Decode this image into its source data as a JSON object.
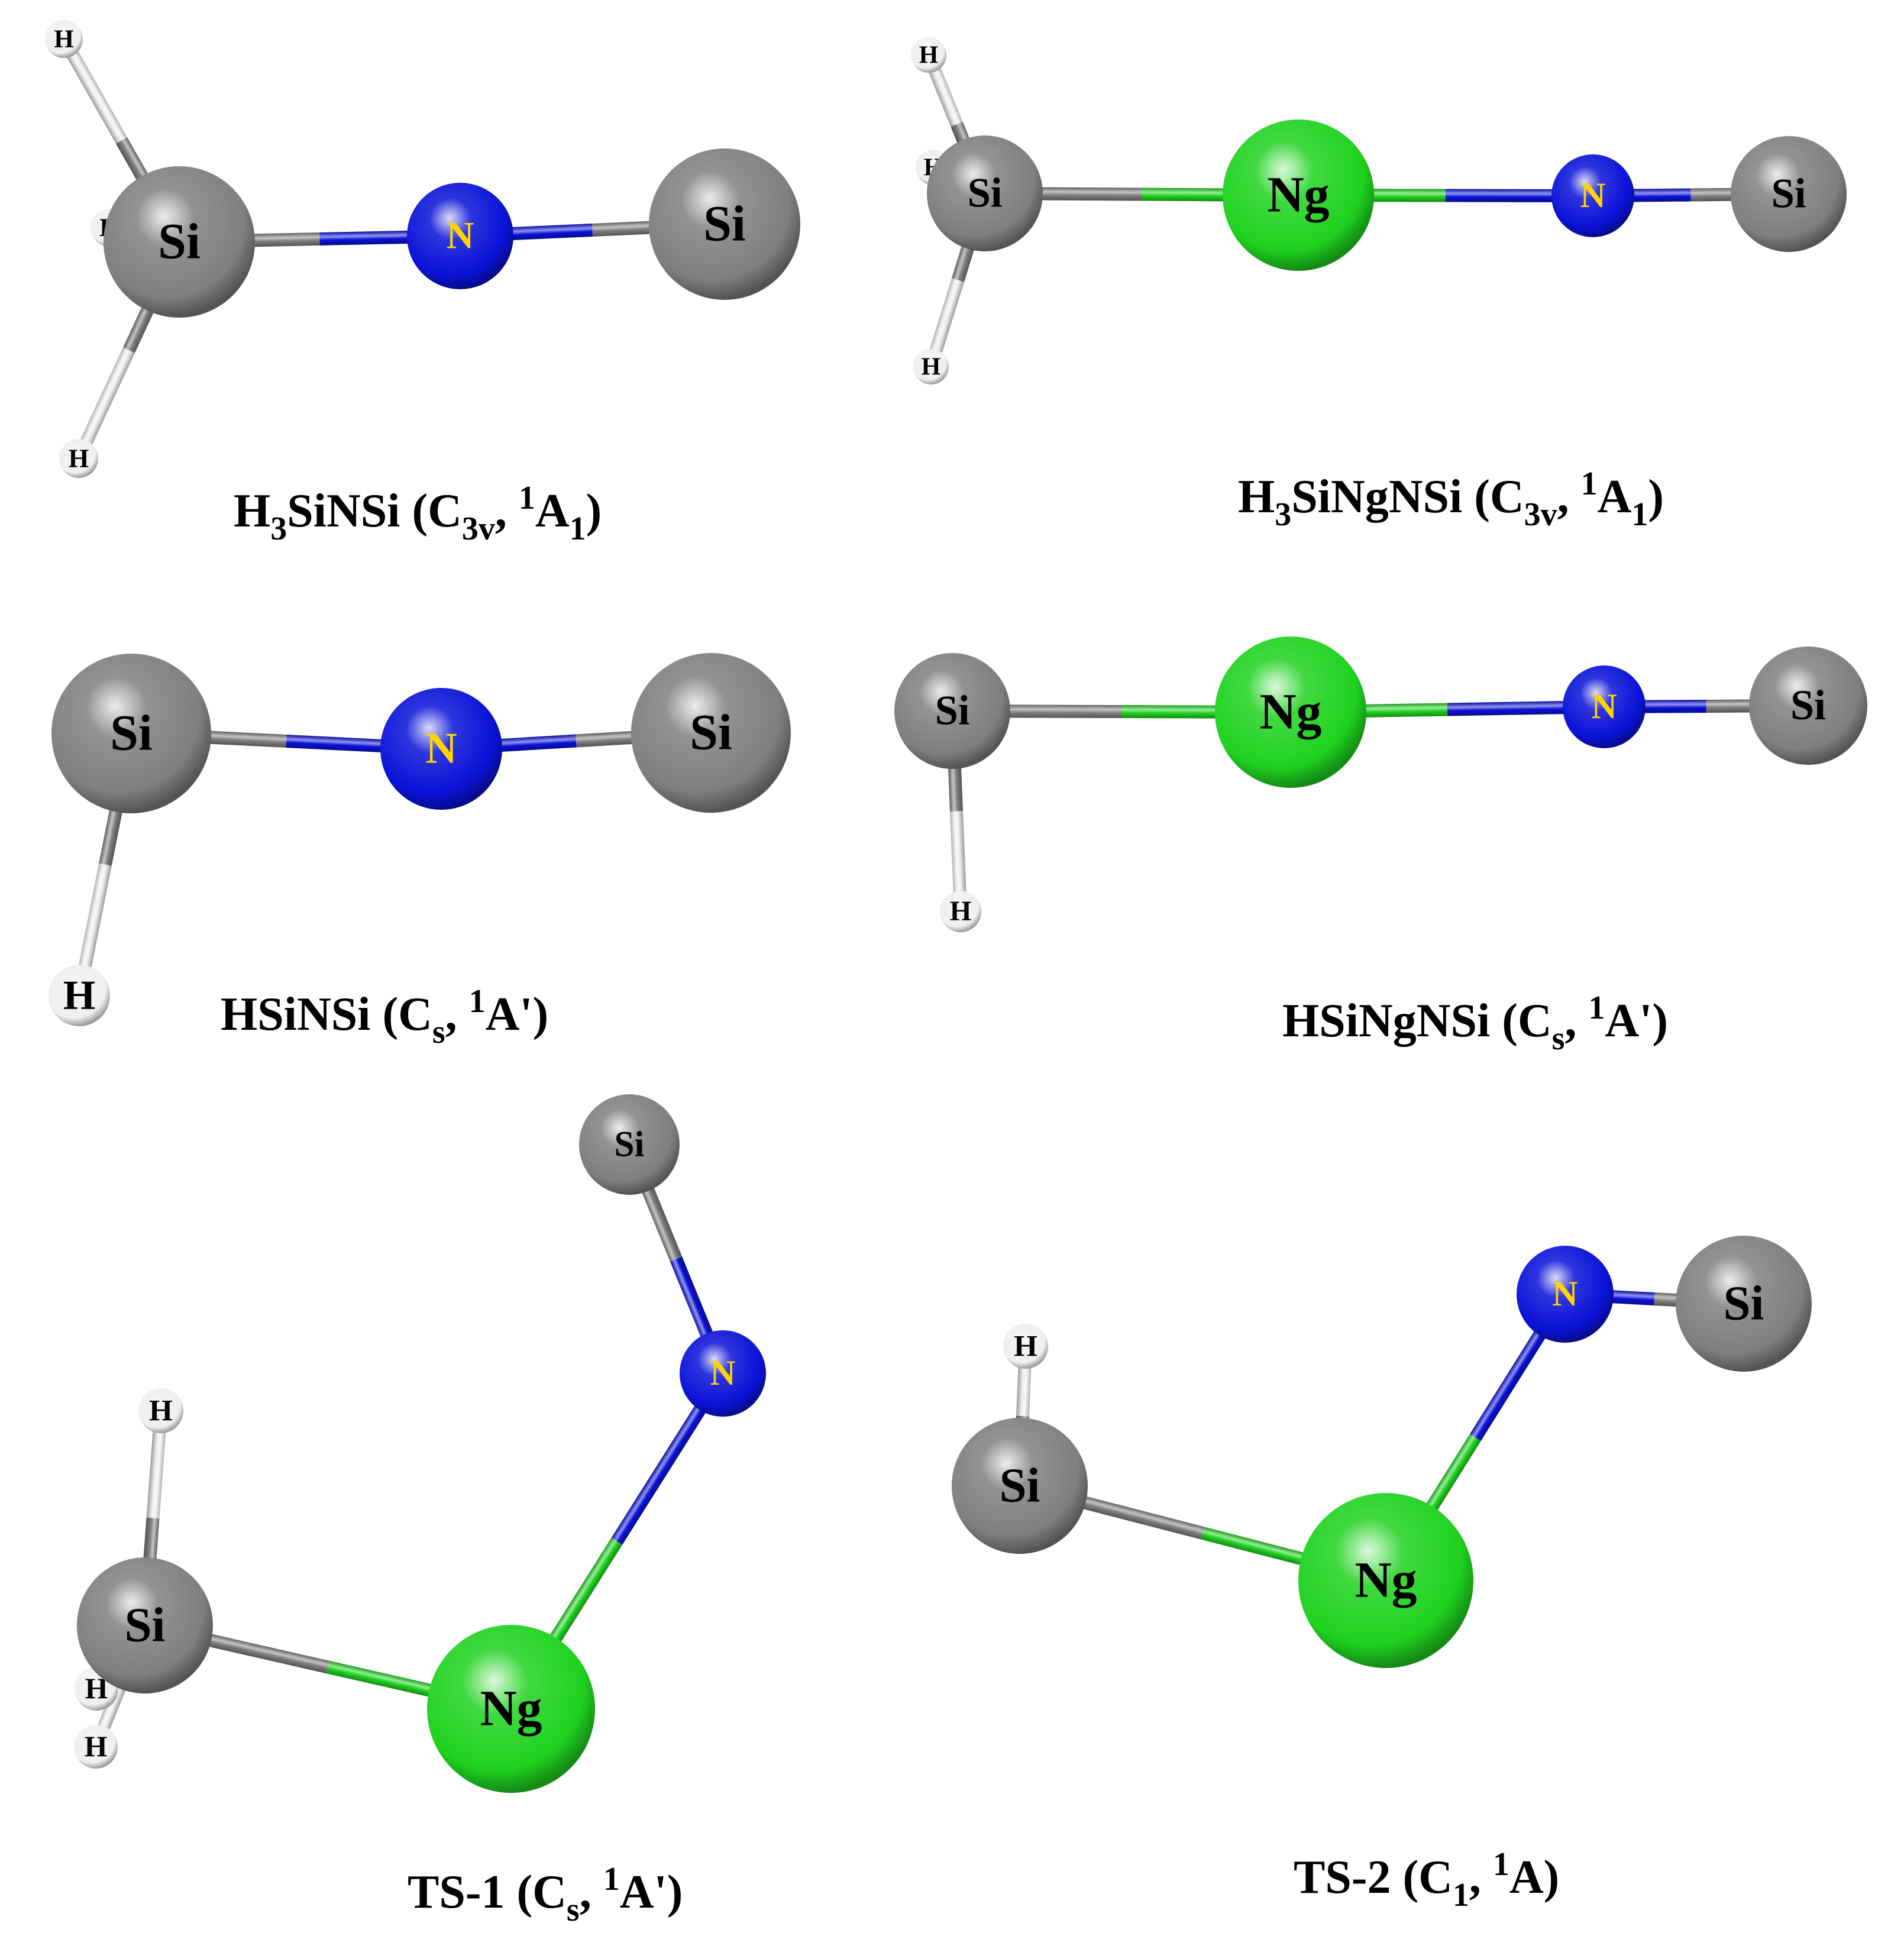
{
  "colors": {
    "Si": "#7f7f7f",
    "N": "#0a12d8",
    "H": "#efefef",
    "Ng": "#1fd21f",
    "label_dark": "#000000",
    "label_N": "#ffd400"
  },
  "molecules": [
    {
      "id": "h3sinsi",
      "caption": [
        {
          "t": "H"
        },
        {
          "t": "3",
          "sub": true
        },
        {
          "t": "SiNSi (C"
        },
        {
          "t": "3v",
          "sub": true
        },
        {
          "t": ", "
        },
        {
          "t": "1",
          "sup": true
        },
        {
          "t": "A"
        },
        {
          "t": "1",
          "sub": true
        },
        {
          "t": ")"
        }
      ],
      "atoms": [
        {
          "el": "H",
          "label": "H"
        },
        {
          "el": "H",
          "label": "H"
        },
        {
          "el": "H",
          "label": "H"
        },
        {
          "el": "Si",
          "label": "Si"
        },
        {
          "el": "N",
          "label": "N"
        },
        {
          "el": "Si",
          "label": "Si"
        }
      ],
      "bonds": [
        [
          0,
          3
        ],
        [
          1,
          3
        ],
        [
          2,
          3
        ],
        [
          3,
          4
        ],
        [
          4,
          5
        ]
      ]
    },
    {
      "id": "h3singnsi",
      "caption": [
        {
          "t": "H"
        },
        {
          "t": "3",
          "sub": true
        },
        {
          "t": "SiNgNSi (C"
        },
        {
          "t": "3v",
          "sub": true
        },
        {
          "t": ", "
        },
        {
          "t": "1",
          "sup": true
        },
        {
          "t": "A"
        },
        {
          "t": "1",
          "sub": true
        },
        {
          "t": ")"
        }
      ],
      "atoms": [
        {
          "el": "H",
          "label": "H"
        },
        {
          "el": "H",
          "label": "H"
        },
        {
          "el": "H",
          "label": "H"
        },
        {
          "el": "Si",
          "label": "Si"
        },
        {
          "el": "Ng",
          "label": "Ng"
        },
        {
          "el": "N",
          "label": "N"
        },
        {
          "el": "Si",
          "label": "Si"
        }
      ],
      "bonds": [
        [
          0,
          3
        ],
        [
          1,
          3
        ],
        [
          2,
          3
        ],
        [
          3,
          4
        ],
        [
          4,
          5
        ],
        [
          5,
          6
        ]
      ]
    },
    {
      "id": "hsinsi",
      "caption": [
        {
          "t": "HSiNSi (C"
        },
        {
          "t": "s",
          "sub": true
        },
        {
          "t": ", "
        },
        {
          "t": "1",
          "sup": true
        },
        {
          "t": "A')"
        }
      ],
      "atoms": [
        {
          "el": "H",
          "label": "H"
        },
        {
          "el": "Si",
          "label": "Si"
        },
        {
          "el": "N",
          "label": "N"
        },
        {
          "el": "Si",
          "label": "Si"
        }
      ],
      "bonds": [
        [
          0,
          1
        ],
        [
          1,
          2
        ],
        [
          2,
          3
        ]
      ]
    },
    {
      "id": "hsingnsi",
      "caption": [
        {
          "t": "HSiNgNSi (C"
        },
        {
          "t": "s",
          "sub": true
        },
        {
          "t": ", "
        },
        {
          "t": "1",
          "sup": true
        },
        {
          "t": "A')"
        }
      ],
      "atoms": [
        {
          "el": "H",
          "label": "H"
        },
        {
          "el": "Si",
          "label": "Si"
        },
        {
          "el": "Ng",
          "label": "Ng"
        },
        {
          "el": "N",
          "label": "N"
        },
        {
          "el": "Si",
          "label": "Si"
        }
      ],
      "bonds": [
        [
          0,
          1
        ],
        [
          1,
          2
        ],
        [
          2,
          3
        ],
        [
          3,
          4
        ]
      ]
    },
    {
      "id": "ts1",
      "caption": [
        {
          "t": "TS-1 (C"
        },
        {
          "t": "s",
          "sub": true
        },
        {
          "t": ", "
        },
        {
          "t": "1",
          "sup": true
        },
        {
          "t": "A')"
        }
      ],
      "atoms": [
        {
          "el": "H",
          "label": "H"
        },
        {
          "el": "H",
          "label": "H"
        },
        {
          "el": "H",
          "label": "H"
        },
        {
          "el": "Si",
          "label": "Si"
        },
        {
          "el": "Ng",
          "label": "Ng"
        },
        {
          "el": "N",
          "label": "N"
        },
        {
          "el": "Si",
          "label": "Si"
        }
      ],
      "bonds": [
        [
          0,
          3
        ],
        [
          1,
          3
        ],
        [
          2,
          3
        ],
        [
          3,
          4
        ],
        [
          4,
          5
        ],
        [
          5,
          6
        ]
      ]
    },
    {
      "id": "ts2",
      "caption": [
        {
          "t": "TS-2 (C"
        },
        {
          "t": "1",
          "sub": true
        },
        {
          "t": ", "
        },
        {
          "t": "1",
          "sup": true
        },
        {
          "t": "A)"
        }
      ],
      "atoms": [
        {
          "el": "H",
          "label": "H"
        },
        {
          "el": "Si",
          "label": "Si"
        },
        {
          "el": "Ng",
          "label": "Ng"
        },
        {
          "el": "N",
          "label": "N"
        },
        {
          "el": "Si",
          "label": "Si"
        }
      ],
      "bonds": [
        [
          0,
          1
        ],
        [
          1,
          2
        ],
        [
          2,
          3
        ],
        [
          3,
          4
        ]
      ]
    }
  ]
}
